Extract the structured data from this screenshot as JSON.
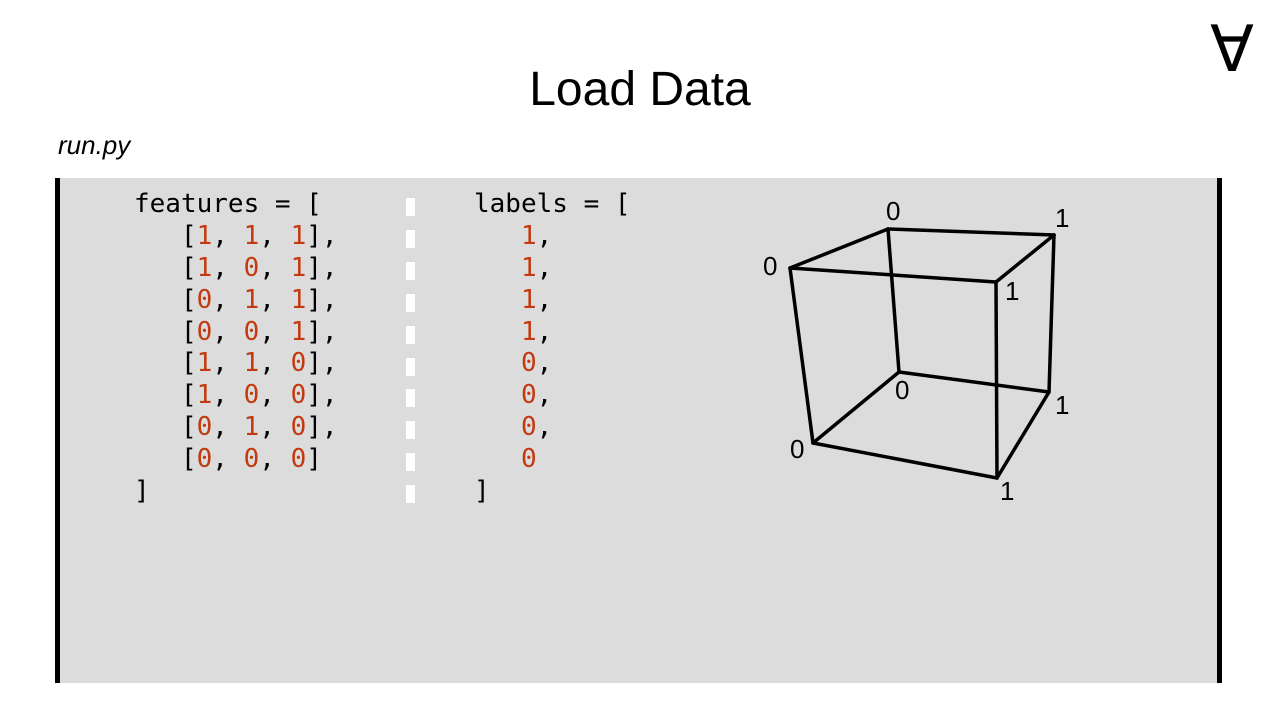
{
  "slide": {
    "title": "Load Data",
    "filename": "run.py",
    "logo": "∀"
  },
  "code": {
    "features_open": "features = [",
    "features": [
      [
        1,
        1,
        1
      ],
      [
        1,
        0,
        1
      ],
      [
        0,
        1,
        1
      ],
      [
        0,
        0,
        1
      ],
      [
        1,
        1,
        0
      ],
      [
        1,
        0,
        0
      ],
      [
        0,
        1,
        0
      ],
      [
        0,
        0,
        0
      ]
    ],
    "features_close": "]",
    "labels_open": "labels = [",
    "labels": [
      1,
      1,
      1,
      1,
      0,
      0,
      0,
      0
    ],
    "labels_close": "]"
  },
  "cube": {
    "vertex_labels": {
      "back_top_left": "0",
      "back_top_right": "1",
      "front_top_left": "0",
      "front_top_right": "1",
      "back_bottom_left": "0",
      "back_bottom_right": "1",
      "front_bottom_left": "0",
      "front_bottom_right": "1"
    },
    "color": "#000000"
  },
  "colors": {
    "panel_bg": "#dcdcdc",
    "number": "#c23a10",
    "separator": "#ffffff"
  }
}
